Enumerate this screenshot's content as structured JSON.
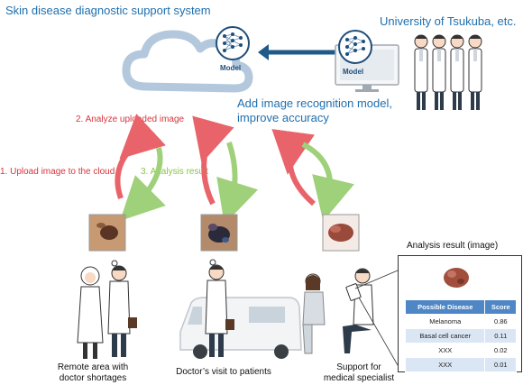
{
  "title": "Skin disease diagnostic support system",
  "university": "University of Tsukuba, etc.",
  "model_label": "Model",
  "add_model_line1": "Add image recognition model,",
  "add_model_line2": "improve accuracy",
  "step1": "1.  Upload image to the cloud",
  "step2": "2. Analyze uploaded image",
  "step3": "3. Analysis  result",
  "analysis_result_title": "Analysis result (image)",
  "captions": {
    "remote_line1": "Remote area with",
    "remote_line2": "doctor shortages",
    "visit": "Doctor’s visit to patients",
    "support_line1": "Support for",
    "support_line2": "medical specialist"
  },
  "result_table": {
    "headers": [
      "Possible Disease",
      "Score"
    ],
    "rows": [
      [
        "Melanoma",
        "0.86"
      ],
      [
        "Basal cell cancer",
        "0.11"
      ],
      [
        "XXX",
        "0.02"
      ],
      [
        "XXX",
        "0.01"
      ]
    ]
  },
  "colors": {
    "text_blue": "#1f6fae",
    "upload_red": "#d9343b",
    "result_green": "#8bc34a",
    "cloud": "#b3c8dc",
    "table_header": "#4e86c6"
  }
}
